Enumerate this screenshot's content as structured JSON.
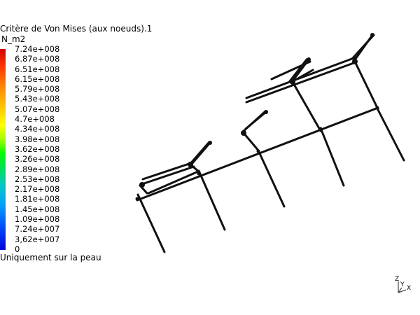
{
  "legend": {
    "title": "Critère de Von Mises (aux noeuds).1",
    "unit": "N_m2",
    "ticks": [
      "7.24e+008",
      "6.87e+008",
      "6.51e+008",
      "6.15e+008",
      "5.79e+008",
      "5.43e+008",
      "5.07e+008",
      "4.7e+008",
      "4.34e+008",
      "3.98e+008",
      "3.62e+008",
      "3.26e+008",
      "2.89e+008",
      "2.53e+008",
      "2.17e+008",
      "1.81e+008",
      "1.45e+008",
      "1.09e+008",
      "7.24e+007",
      "3,62e+007",
      "0"
    ],
    "note": "Uniquement sur la peau",
    "gradient_colors": [
      "#d40000",
      "#ff8000",
      "#ffff00",
      "#00ff00",
      "#00c8c8",
      "#0050ff",
      "#0000e0"
    ]
  },
  "axes_triad": {
    "z_label": "Z",
    "y_label": "Y",
    "x_label": "X"
  },
  "model_color": "#111111"
}
